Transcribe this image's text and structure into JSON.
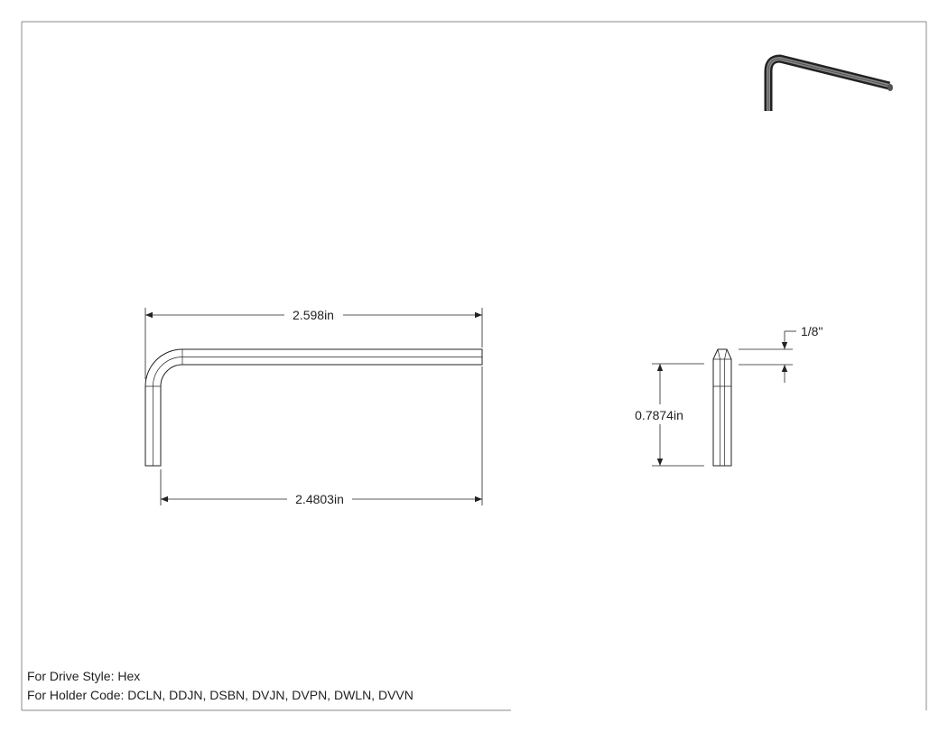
{
  "drawing": {
    "dimensions": {
      "overall_length": "2.598in",
      "short_leg": "2.4803in",
      "long_leg": "0.7874in",
      "hex_size": "1/8\""
    },
    "notes": {
      "drive_style": "For Drive Style: Hex",
      "holder_code": "For Holder Code: DCLN, DDJN, DSBN, DVJN, DVPN, DWLN, DVVN"
    }
  }
}
